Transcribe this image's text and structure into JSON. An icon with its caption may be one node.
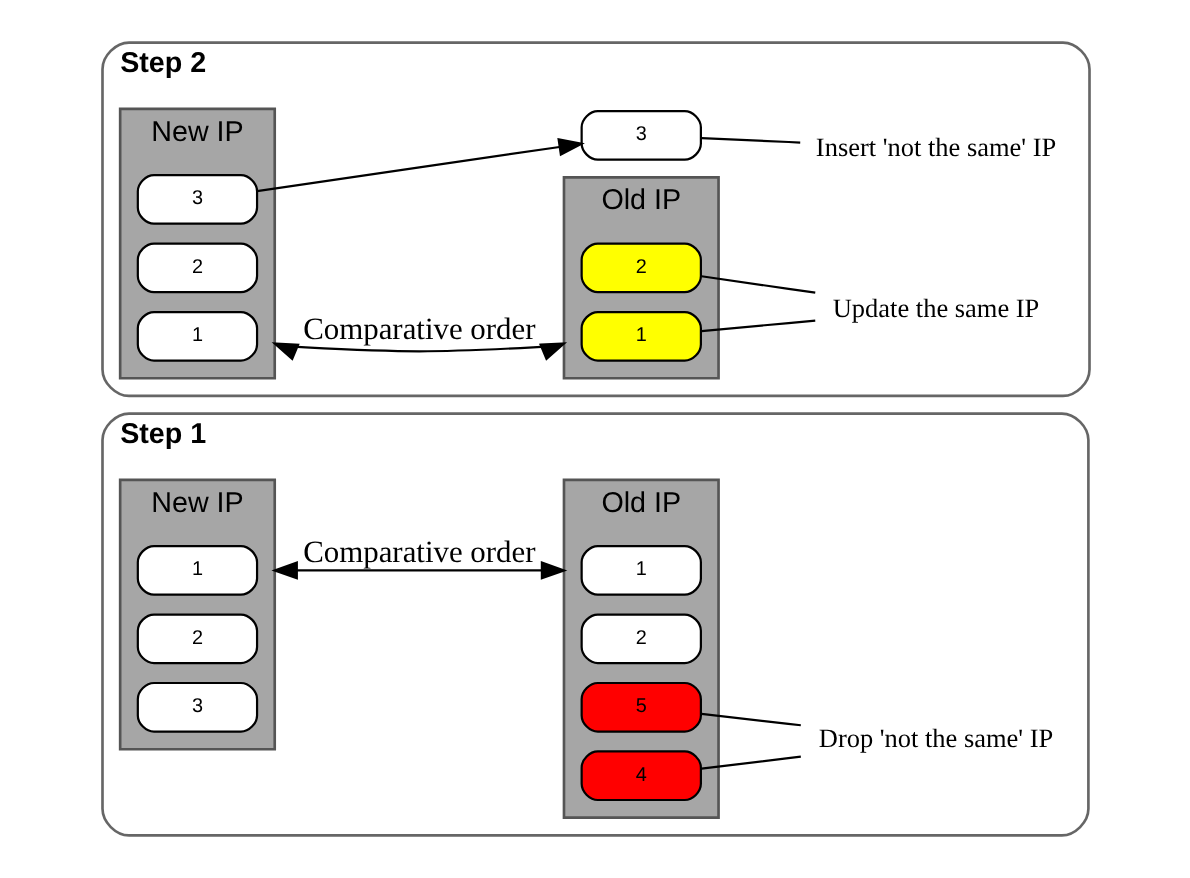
{
  "diagram": {
    "nodes": [
      {
        "text": [
          "Step 1"
        ]
      },
      {
        "text": [
          "New IP"
        ],
        "in": 0
      },
      {
        "text": [
          "1"
        ],
        "in": 1
      },
      {
        "text": [
          "2"
        ],
        "in": 1
      },
      {
        "text": [
          "3"
        ],
        "in": 1
      },
      {
        "text": [
          "Old IP"
        ],
        "in": 0
      },
      {
        "text": [
          "1"
        ],
        "in": 5
      },
      {
        "text": [
          "2"
        ],
        "in": 5
      },
      {
        "text": [
          "4"
        ],
        "in": 5
      },
      {
        "text": [
          "5"
        ],
        "in": 5
      },
      {
        "text": [
          "Drop 'not the same' IP"
        ],
        "in": 0
      },
      {
        "text": [
          "Step 2"
        ]
      },
      {
        "text": [
          "New IP"
        ],
        "in": 11
      },
      {
        "text": [
          "1"
        ],
        "in": 12
      },
      {
        "text": [
          "2"
        ],
        "in": 12
      },
      {
        "text": [
          "3"
        ],
        "in": 12
      },
      {
        "text": [
          "Old IP"
        ],
        "in": 11
      },
      {
        "text": [
          "1"
        ],
        "in": 16
      },
      {
        "text": [
          "2"
        ],
        "in": 16
      },
      {
        "text": [
          "3"
        ],
        "in": 11
      },
      {
        "text": [
          "Update the same IP"
        ],
        "in": 11
      },
      {
        "text": [
          "Insert 'not the same' IP"
        ],
        "in": 11
      }
    ],
    "edges": [
      {
        "from": 1,
        "to": 5,
        "arrow": "both",
        "label": "Comparative order"
      },
      {
        "from": 8,
        "to": 10,
        "arrow": "none"
      },
      {
        "from": 9,
        "to": 10,
        "arrow": "none"
      },
      {
        "from": 12,
        "to": 16,
        "arrow": "both",
        "label": "Comparative order"
      },
      {
        "from": 15,
        "to": 19,
        "arrow": "to"
      },
      {
        "from": 17,
        "to": 20,
        "arrow": "none"
      },
      {
        "from": 18,
        "to": 20,
        "arrow": "none"
      },
      {
        "from": 19,
        "to": 21,
        "arrow": "none"
      }
    ]
  }
}
